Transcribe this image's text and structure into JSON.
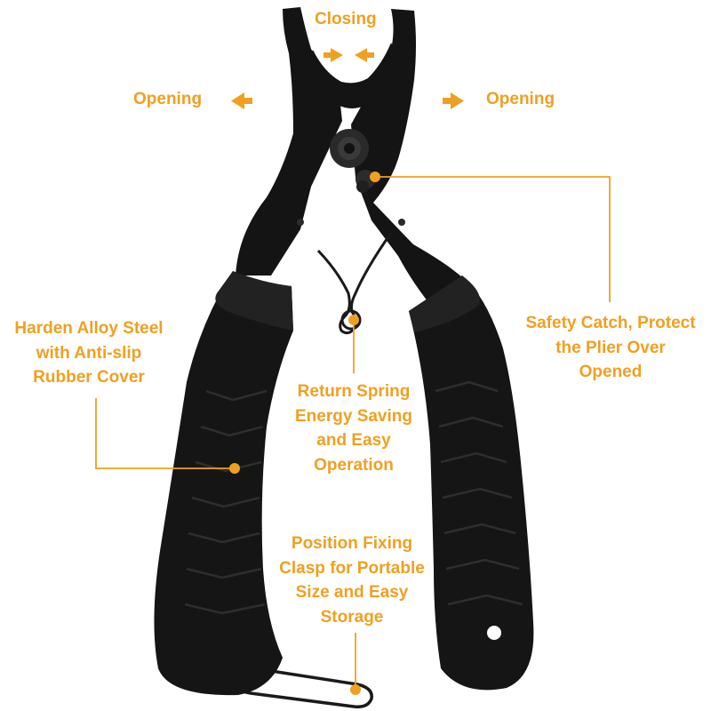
{
  "colors": {
    "accent": "#f0a020",
    "tool": "#141414",
    "background": "#ffffff"
  },
  "labels": {
    "closing": "Closing",
    "opening_left": "Opening",
    "opening_right": "Opening",
    "safety_catch": [
      "Safety Catch, Protect",
      "the Plier Over",
      "Opened"
    ],
    "alloy_steel": [
      "Harden Alloy Steel",
      "with Anti-slip",
      "Rubber Cover"
    ],
    "return_spring": [
      "Return Spring",
      "Energy Saving",
      "and Easy",
      "Operation"
    ],
    "fixing_clasp": [
      "Position Fixing",
      "Clasp for Portable",
      "Size and Easy",
      "Storage"
    ]
  }
}
